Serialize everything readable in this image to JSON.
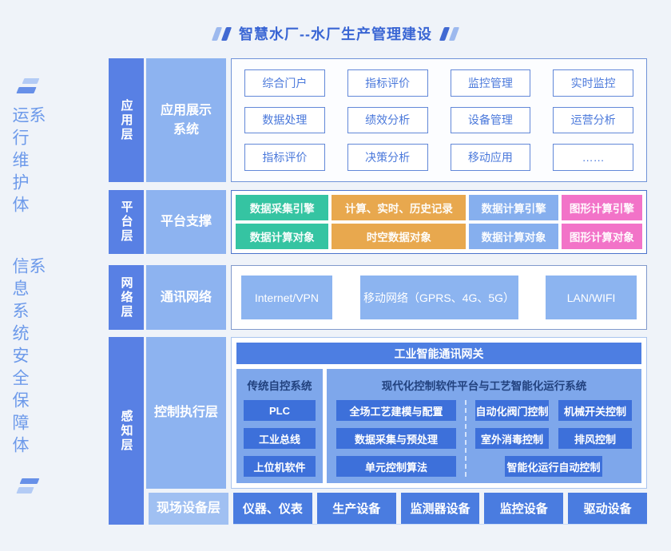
{
  "title": {
    "text": "智慧水厂--水厂生产管理建设"
  },
  "sidebar": {
    "line1": "运行维护体系",
    "line2": "信息系统安全保障体系"
  },
  "app_layer": {
    "label": "应用层",
    "sublabel": "应用展示系统",
    "buttons": [
      "综合门户",
      "指标评价",
      "监控管理",
      "实时监控",
      "数据处理",
      "绩效分析",
      "设备管理",
      "运营分析",
      "指标评价",
      "决策分析",
      "移动应用",
      "……"
    ]
  },
  "platform_layer": {
    "label": "平台层",
    "sublabel": "平台支撑",
    "cells": [
      {
        "text": "数据采集引擎",
        "color": "#35c4a2"
      },
      {
        "text": "计算、实时、历史记录",
        "color": "#e8a84e"
      },
      {
        "text": "数据计算引擎",
        "color": "#86afee"
      },
      {
        "text": "图形计算引擎",
        "color": "#f273c8"
      },
      {
        "text": "数据计算对象",
        "color": "#35c4a2"
      },
      {
        "text": "时空数据对象",
        "color": "#e8a84e"
      },
      {
        "text": "数据计算对象",
        "color": "#86afee"
      },
      {
        "text": "图形计算对象",
        "color": "#f273c8"
      }
    ]
  },
  "network_layer": {
    "label": "网络层",
    "sublabel": "通讯网络",
    "blocks": [
      "Internet/VPN",
      "移动网络（GPRS、4G、5G）",
      "LAN/WIFI"
    ]
  },
  "perception_layer": {
    "label": "感知层",
    "control": {
      "sublabel": "控制执行层",
      "gateway": "工业智能通讯网关",
      "traditional": {
        "title": "传统自控系统",
        "items": [
          "PLC",
          "工业总线",
          "上位机软件"
        ]
      },
      "modern": {
        "title": "现代化控制软件平台与工艺智能化运行系统",
        "left_items": [
          "全场工艺建模与配置",
          "数据采集与预处理",
          "单元控制算法"
        ],
        "right_row1": [
          "自动化阀门控制",
          "机械开关控制"
        ],
        "right_row2": [
          "室外消毒控制",
          "排风控制"
        ],
        "right_row3": [
          "智能化运行自动控制"
        ]
      }
    },
    "field": {
      "sublabel": "现场设备层",
      "blocks": [
        "仪器、仪表",
        "生产设备",
        "监测器设备",
        "监控设备",
        "驱动设备"
      ]
    }
  },
  "colors": {
    "background": "#eff3f9",
    "title_blue": "#3a66d4",
    "layer_label_blue": "#5880e4",
    "sub_label_blue": "#8db3f0",
    "button_border_blue": "#6288d8",
    "button_text_blue": "#4b79db",
    "control_button_blue": "#3d70da",
    "panel_blue": "#7ea7eb",
    "gateway_blue": "#4d7ee2",
    "network_block_blue": "#8cb4f0",
    "device_block_blue": "#4a7ce0",
    "green": "#35c4a2",
    "orange": "#e8a84e",
    "light_blue": "#86afee",
    "pink": "#f273c8",
    "side_text_blue": "#6d9aea"
  }
}
